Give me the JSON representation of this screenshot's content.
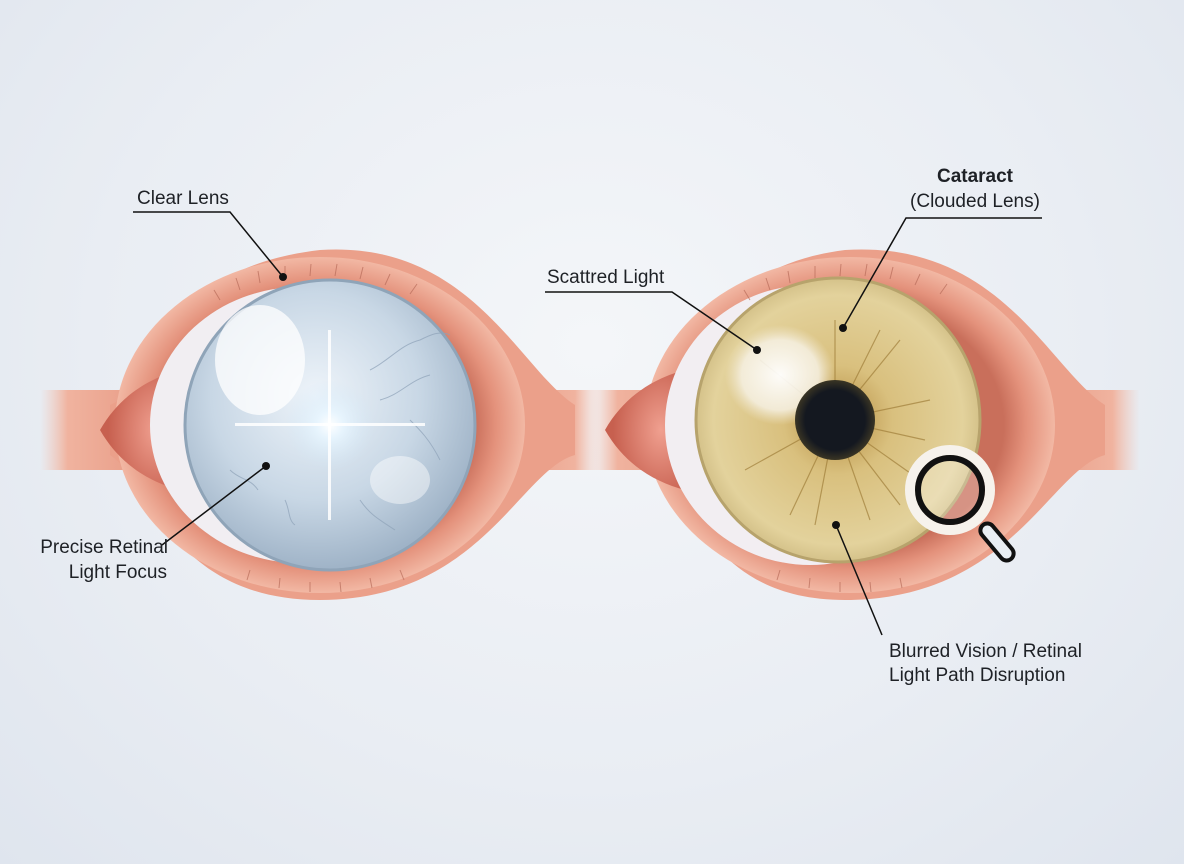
{
  "diagram": {
    "title": "Clear Lens vs Cataract comparison",
    "left_eye": {
      "name": "clear-lens-eye",
      "labels": {
        "clear_lens": "Clear Lens",
        "focus_line1": "Precise Retinal",
        "focus_line2": "Light Focus"
      },
      "colors": {
        "lens": "#c9d8e6",
        "tissue": "#e79b85"
      }
    },
    "right_eye": {
      "name": "cataract-eye",
      "labels": {
        "cataract_title": "Cataract",
        "cataract_sub": "(Clouded Lens)",
        "scattered": "Scattred Light",
        "blur_line1": "Blurred Vision / Retinal",
        "blur_line2": "Light Path Disruption"
      },
      "colors": {
        "lens": "#d9c58e",
        "pupil": "#161a20",
        "tissue": "#e79b85"
      }
    },
    "icons": [
      "magnifier-icon"
    ]
  }
}
